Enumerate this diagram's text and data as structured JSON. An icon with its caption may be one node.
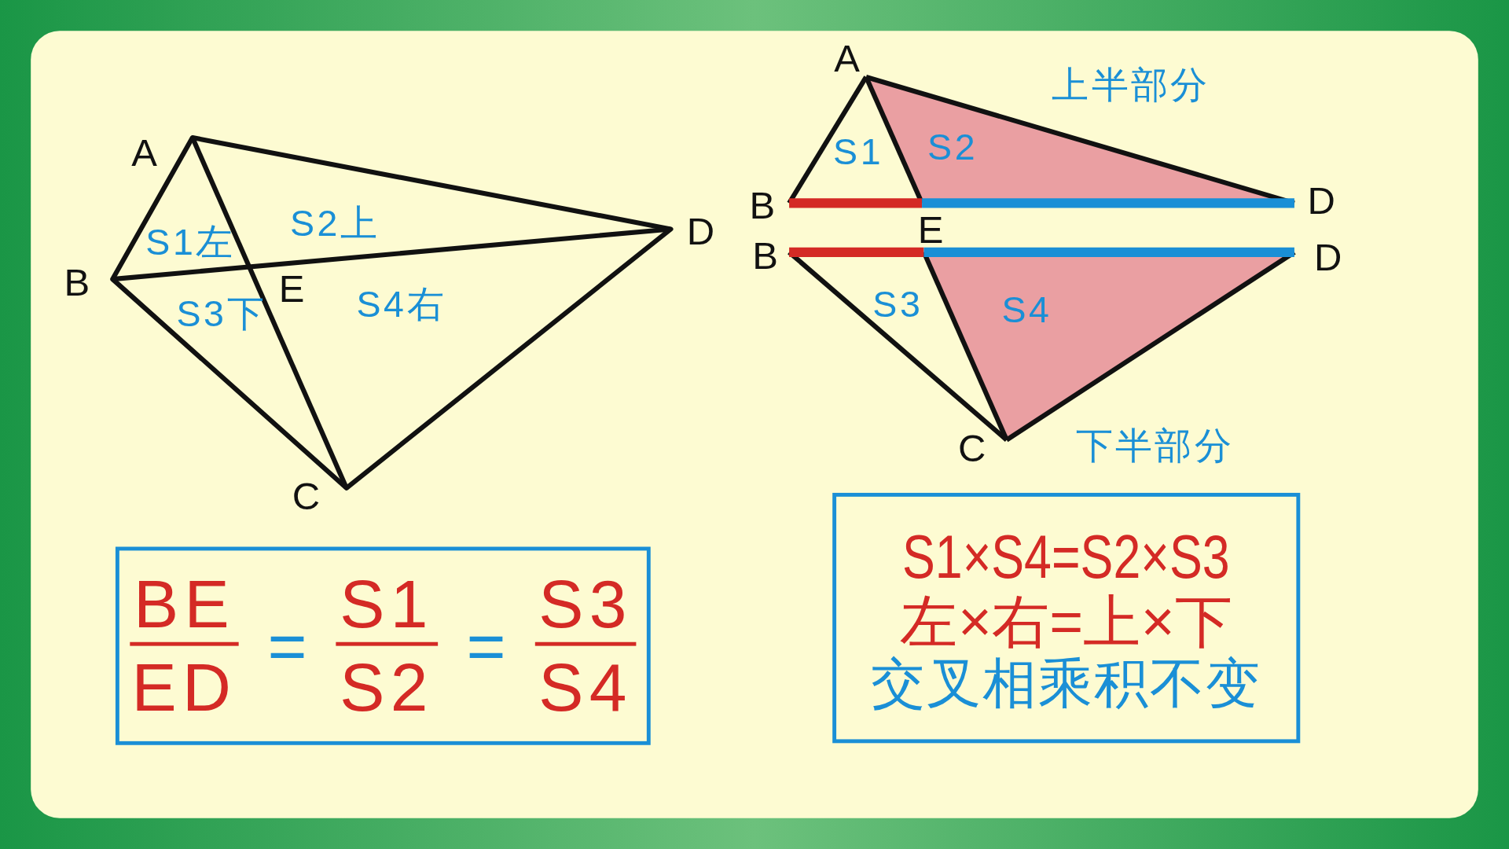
{
  "diagram": {
    "nodes": [
      {
        "text": [
          "BE",
          "ED",
          "=",
          "S1",
          "S2",
          "=",
          "S3",
          "S4"
        ]
      },
      {
        "text": [
          "S1×S4=S2×S3",
          "左×右=上×下",
          "交叉相乘积不变"
        ]
      }
    ],
    "labels": [
      "A",
      "B",
      "S1左",
      "S2上",
      "D",
      "E",
      "S3下",
      "S4右",
      "C",
      "A",
      "上半部分",
      "S1",
      "S2",
      "B",
      "D",
      "E",
      "B",
      "D",
      "S3",
      "S4",
      "C",
      "下半部分"
    ]
  }
}
